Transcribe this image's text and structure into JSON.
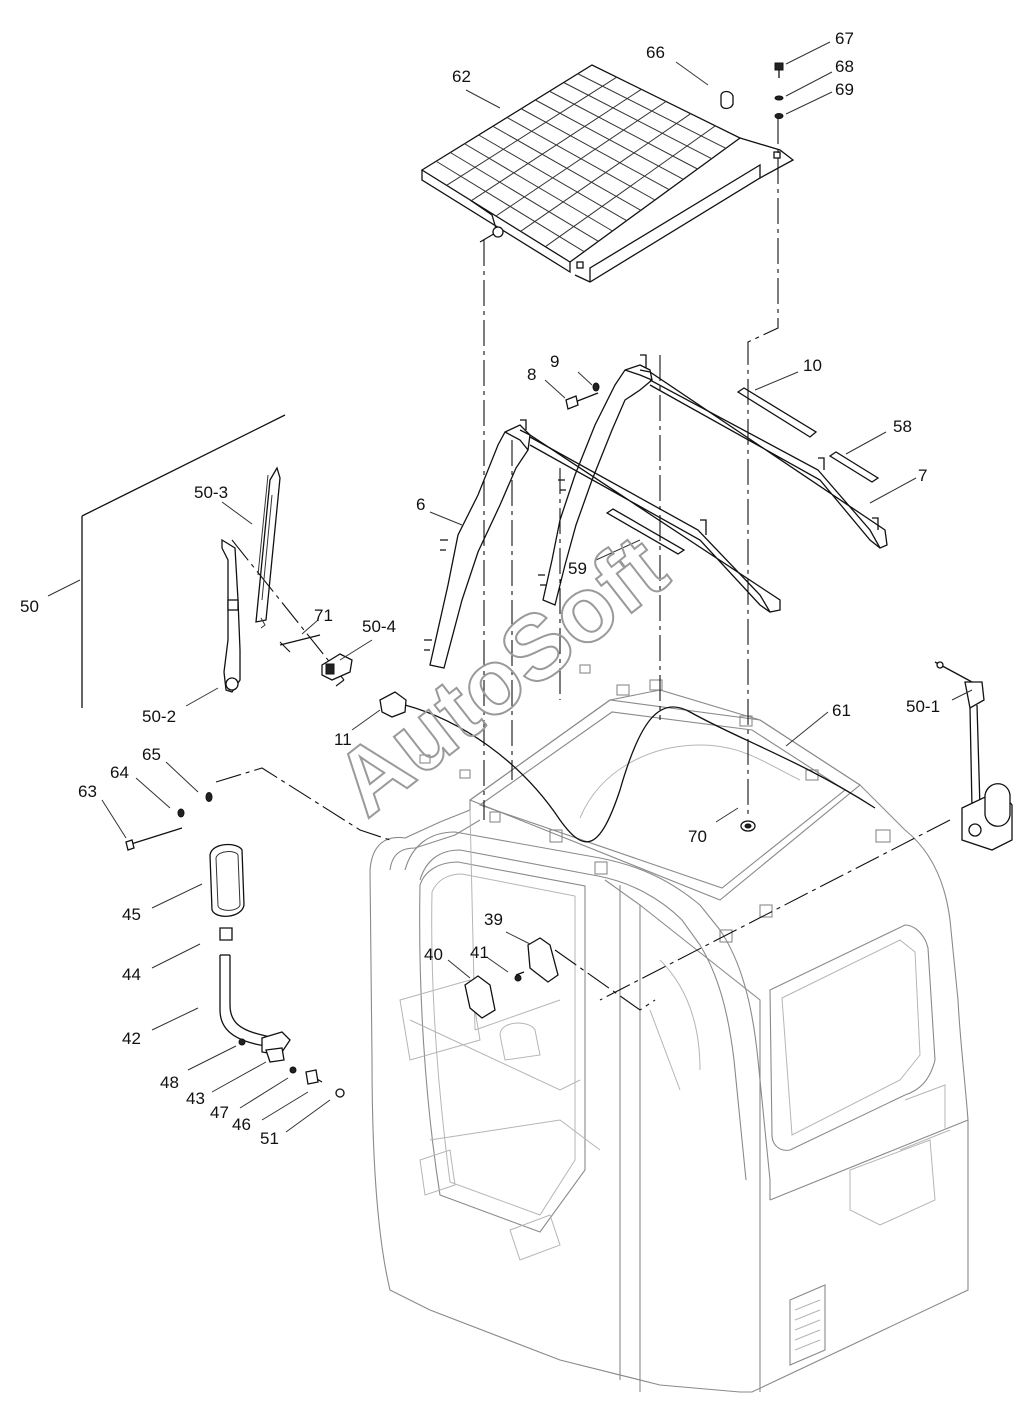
{
  "watermark": "AutoSoft",
  "labels": [
    "62",
    "66",
    "67",
    "68",
    "69",
    "10",
    "8",
    "9",
    "58",
    "7",
    "6",
    "59",
    "50-3",
    "50",
    "71",
    "50-4",
    "50-2",
    "11",
    "61",
    "50-1",
    "63",
    "64",
    "65",
    "70",
    "45",
    "44",
    "42",
    "48",
    "43",
    "47",
    "46",
    "51",
    "39",
    "40",
    "41"
  ]
}
